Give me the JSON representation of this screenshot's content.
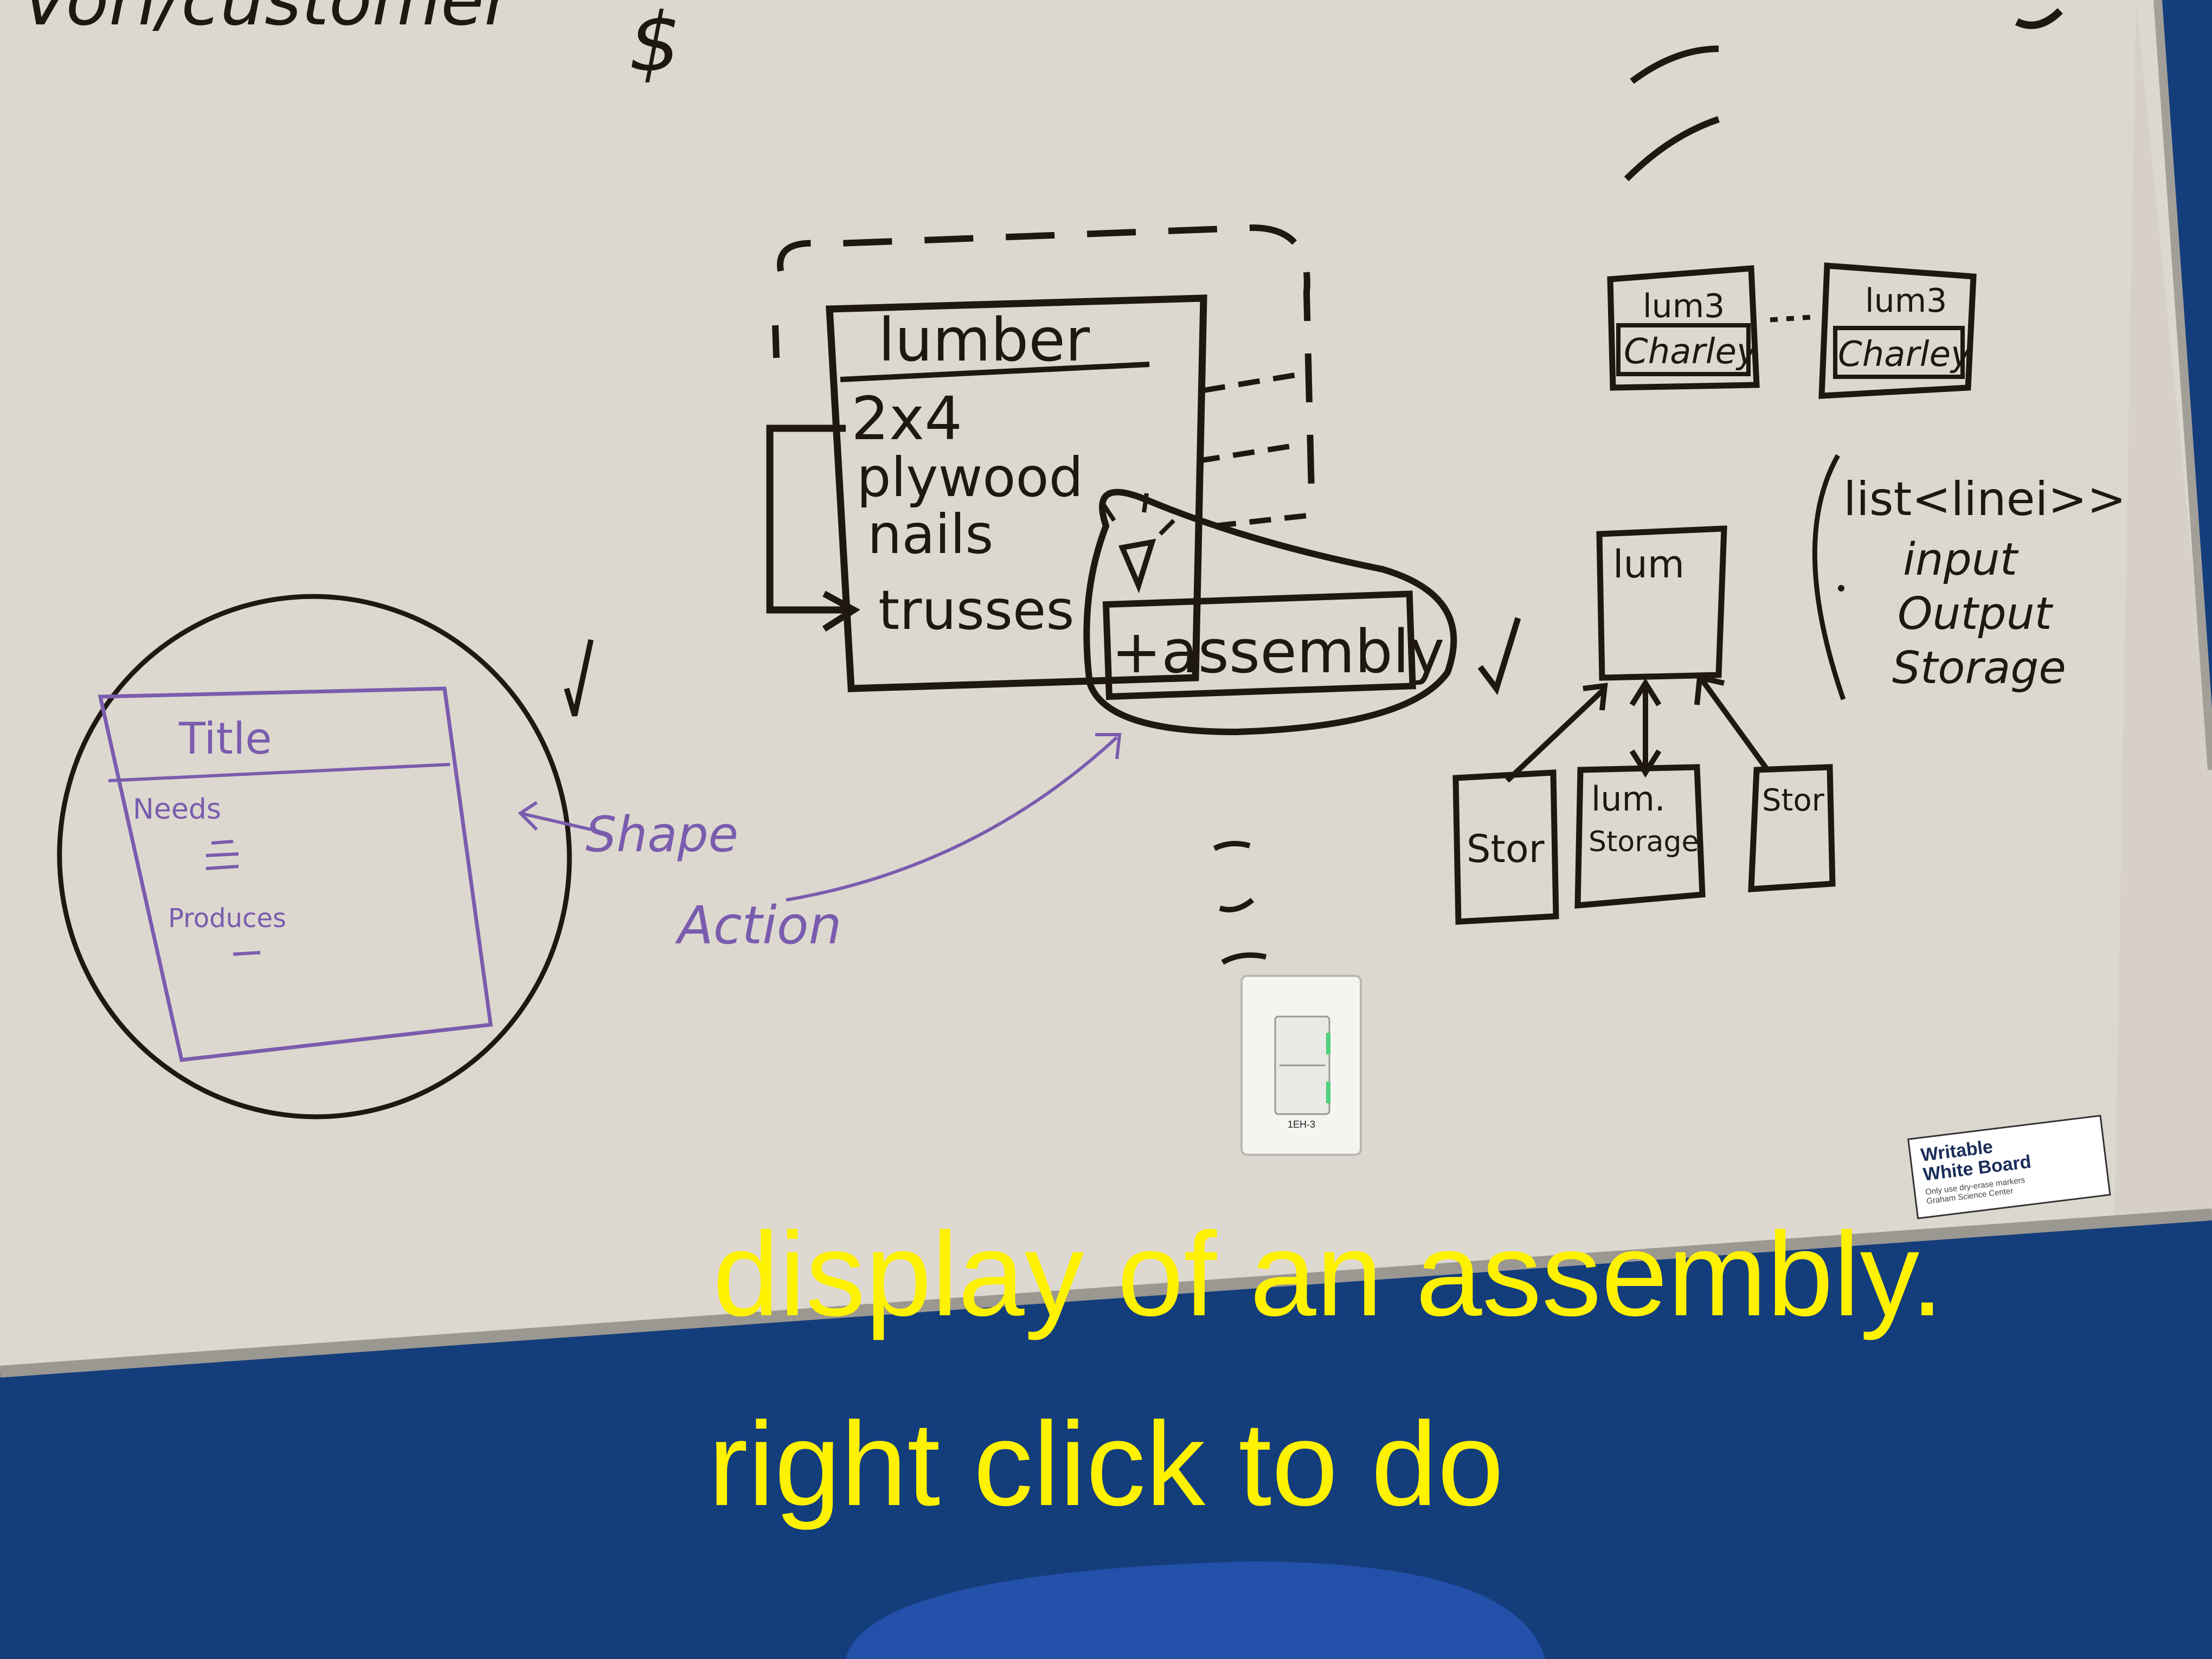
{
  "board": {
    "top_text": "Vorl/customer",
    "dollar": "$",
    "big_box_title": "lumber",
    "big_box_items": [
      "2x4",
      "plywood",
      "nails",
      "trusses"
    ],
    "assembly_label": "+assembly",
    "shape_title": "Title",
    "shape_needs": "Needs",
    "shape_produces": "Produces",
    "arrow_shape": "Shape",
    "arrow_action": "Action",
    "small_box_1_top": "lum3",
    "small_box_1_bottom": "Charley",
    "small_box_2_top": "lum3",
    "small_box_2_bottom": "Charley",
    "lum_box": "lum",
    "left_store": "Stor",
    "lum_storage_1": "lum.",
    "lum_storage_2": "Storage",
    "right_store": "Stor",
    "list_header": "list<linei>>",
    "list_items": [
      "input",
      "Output",
      "Storage"
    ],
    "sticker_title_1": "Writable",
    "sticker_title_2": "White Board",
    "sticker_note": "Only use dry-erase markers",
    "sticker_location": "Graham Science Center",
    "switch_label": "1EH-3"
  },
  "caption": {
    "line1": "display of an assembly.",
    "line2": "right click to do"
  },
  "colors": {
    "board": "#ddd8cf",
    "wall": "#123a78",
    "black_marker": "#1e1712",
    "purple_marker": "#7a5cae",
    "caption": "#fff200"
  }
}
